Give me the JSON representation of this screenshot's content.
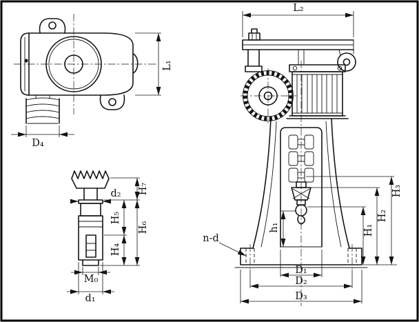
{
  "drawing": {
    "type": "engineering-dimension-drawing",
    "background": "#ffffff",
    "line_color": "#141414",
    "views": {
      "top_view": {
        "name": "gearbox top view",
        "dims": {
          "L1": "L₁",
          "D4": "D₄"
        }
      },
      "detail_view": {
        "name": "screw spindle detail",
        "dims": {
          "d2": "d₂",
          "H7": "H₇",
          "H6": "H₆",
          "H5": "H₅",
          "H4": "H₄",
          "M0": "M₀",
          "d1": "d₁"
        }
      },
      "front_view": {
        "name": "jack front elevation",
        "dims": {
          "L2": "L₂",
          "n_d": "n-d",
          "h1": "h₁",
          "H1": "H₁",
          "H2": "H₂",
          "H3": "H₃",
          "D1": "D₁",
          "D2": "D₂",
          "D3": "D₃"
        }
      }
    }
  }
}
